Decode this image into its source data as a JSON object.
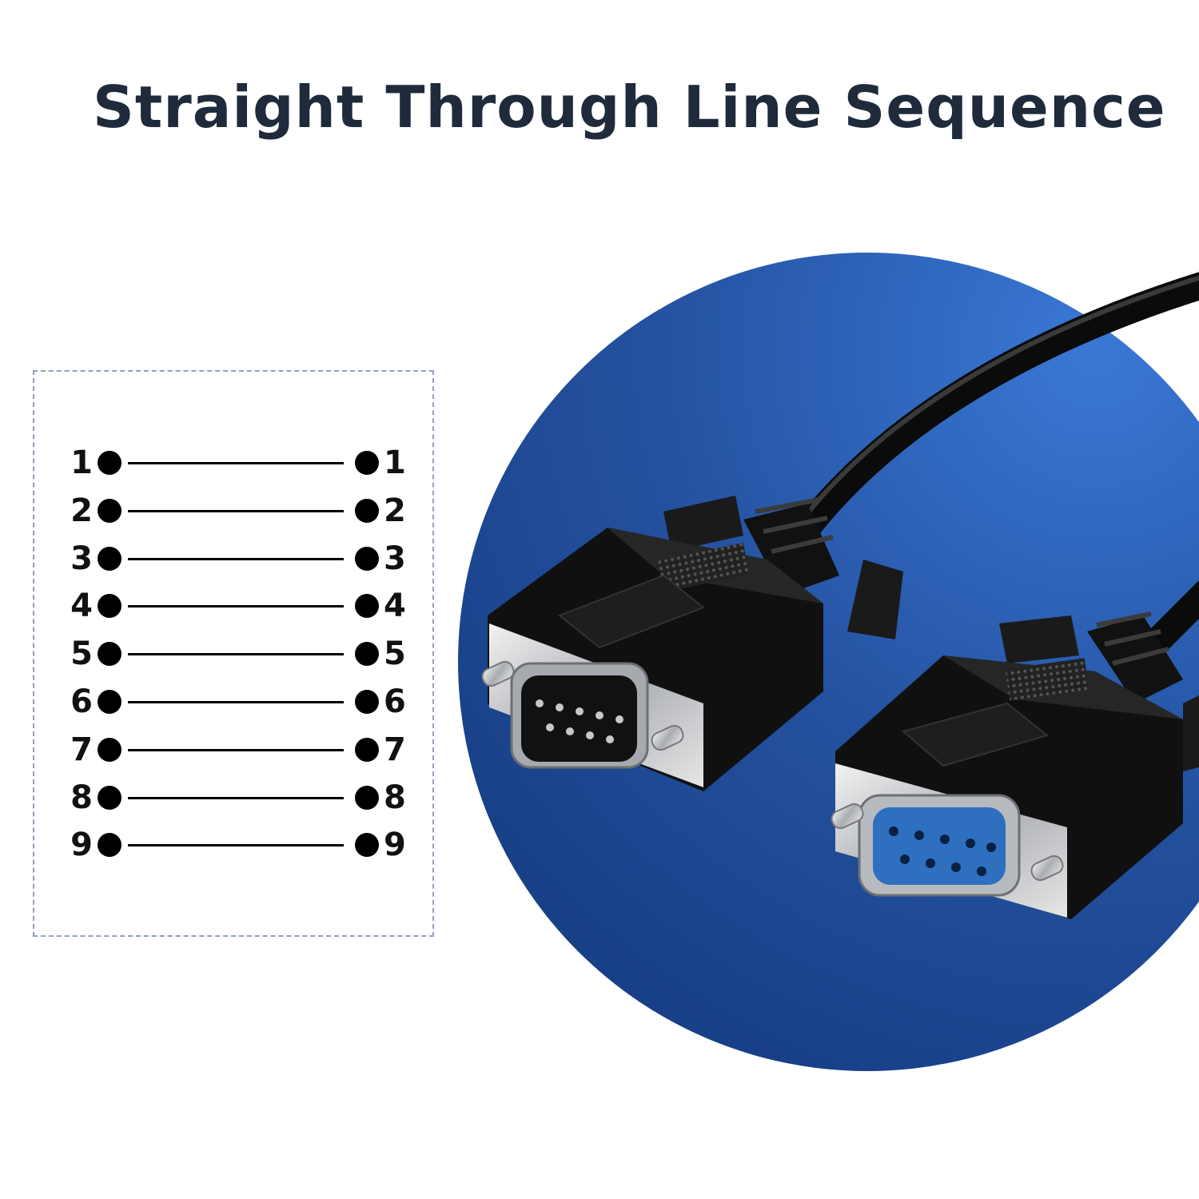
{
  "title": "Straight Through Line Sequence",
  "colors": {
    "title": "#1f2a3a",
    "circle_light": "#3a78d6",
    "circle_dark": "#173e85",
    "panel_border": "#8fa3c2",
    "connector_blue": "#2f6fbf"
  },
  "pinout": {
    "pins": [
      {
        "left": "1",
        "right": "1"
      },
      {
        "left": "2",
        "right": "2"
      },
      {
        "left": "3",
        "right": "3"
      },
      {
        "left": "4",
        "right": "4"
      },
      {
        "left": "5",
        "right": "5"
      },
      {
        "left": "6",
        "right": "6"
      },
      {
        "left": "7",
        "right": "7"
      },
      {
        "left": "8",
        "right": "8"
      },
      {
        "left": "9",
        "right": "9"
      }
    ]
  },
  "photo": {
    "icons": [
      "db9-male-connector-icon",
      "db9-female-connector-icon",
      "cable-icon"
    ]
  }
}
